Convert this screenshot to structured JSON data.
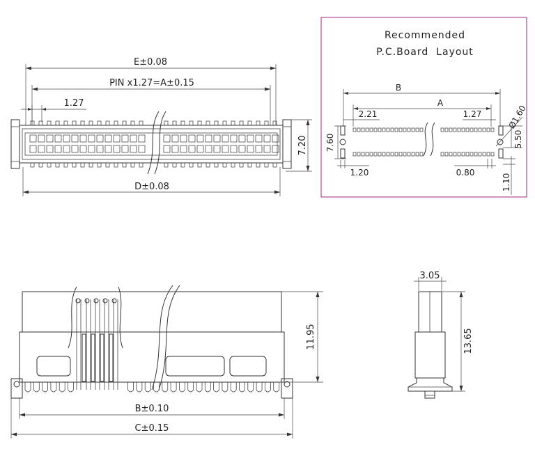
{
  "pcb_layout": {
    "title_line1": "Recommended",
    "title_line2": "P.C.Board  Layout",
    "dim_B": "B",
    "dim_A": "A",
    "dim_2_21": "2.21",
    "dim_1_27": "1.27",
    "dim_dia_1_60": "Ø1.60",
    "dim_7_60": "7.60",
    "dim_5_50": "5.50",
    "dim_1_20": "1.20",
    "dim_0_80": "0.80",
    "dim_1_10": "1.10"
  },
  "top_view": {
    "dim_E": "E±0.08",
    "dim_pin": "PIN  x1.27=A±0.15",
    "dim_pitch": "1.27",
    "dim_height": "7.20",
    "dim_D": "D±0.08"
  },
  "front_view": {
    "dim_height": "11.95",
    "dim_B": "B±0.10",
    "dim_C": "C±0.15"
  },
  "side_view": {
    "dim_width": "3.05",
    "dim_height": "13.65"
  },
  "colors": {
    "frame": "#b04a9a",
    "line": "#333333"
  }
}
